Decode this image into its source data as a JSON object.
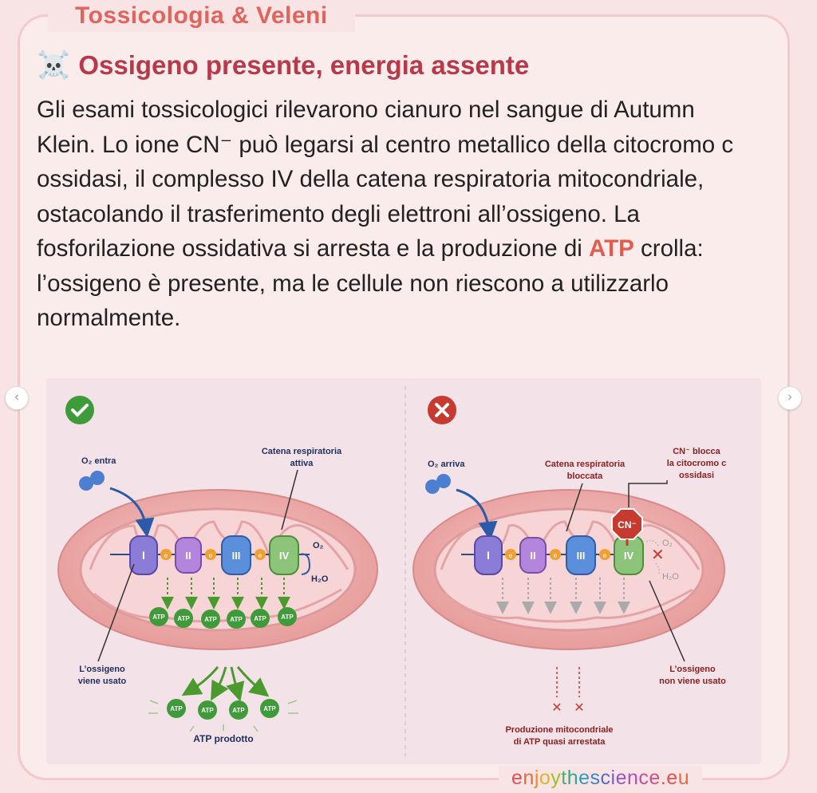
{
  "header": {
    "category": "Tossicologia & Veleni",
    "title_icon": "skull-crossbones-icon",
    "title": "Ossigeno presente, energia assente"
  },
  "body": {
    "text_before": "Gli esami tossicologici rilevarono cianuro nel sangue di Autumn Klein. Lo ione CN⁻ può legarsi al centro metallico della citocromo c ossidasi, il complesso IV della catena respiratoria mitocondriale, ostacolando il trasferimento degli elettroni all’ossigeno. La fosforilazione ossidativa si arresta e la produzione di ",
    "highlight": "ATP",
    "text_after": " crolla: l’ossigeno è presente, ma le cellule non riescono a utilizzarlo normalmente."
  },
  "figure": {
    "left": {
      "o2_label": "O₂ entra",
      "chain_label_1": "Catena respiratoria",
      "chain_label_2": "attiva",
      "o2_out": "O₂",
      "h2o": "H₂O",
      "electron": "e",
      "atp": "ATP",
      "used_1": "L’ossigeno",
      "used_2": "viene usato",
      "produced": "ATP prodotto",
      "complexes": [
        "I",
        "II",
        "III",
        "IV"
      ]
    },
    "right": {
      "o2_label": "O₂ arriva",
      "chain_label_1": "Catena respiratoria",
      "chain_label_2": "bloccata",
      "cn_1": "CN⁻ blocca",
      "cn_2": "la citocromo c",
      "cn_3": "ossidasi",
      "cn_badge": "CN⁻",
      "o2_out": "O₂",
      "h2o": "H₂O",
      "notused_1": "L’ossigeno",
      "notused_2": "non viene usato",
      "stop_1": "Produzione mitocondriale",
      "stop_2": "di ATP quasi arrestata",
      "x_mark": "✕"
    }
  },
  "footer": {
    "brand_letters": [
      "e",
      "n",
      "j",
      "o",
      "y",
      "t",
      "h",
      "e",
      "s",
      "c",
      "i",
      "e",
      "n",
      "c",
      "e",
      ".",
      "e",
      "u"
    ],
    "brand_colors": [
      "#e0524f",
      "#e86a3c",
      "#f08a2c",
      "#e8b023",
      "#9cbf2f",
      "#4fb35a",
      "#33a88c",
      "#2f9ac2",
      "#3b7fd1",
      "#5a68d6",
      "#7a5cd2",
      "#9a54c8",
      "#b24fb8",
      "#c84d9e",
      "#d44d84",
      "#d84f70",
      "#e0524f",
      "#e86a3c"
    ]
  },
  "carousel": {
    "prev": "‹",
    "next": "›"
  },
  "colors": {
    "accent": "#e0645c",
    "title": "#b8394a",
    "atp_green": "#3f9a3a",
    "block_red": "#c63a2f"
  }
}
